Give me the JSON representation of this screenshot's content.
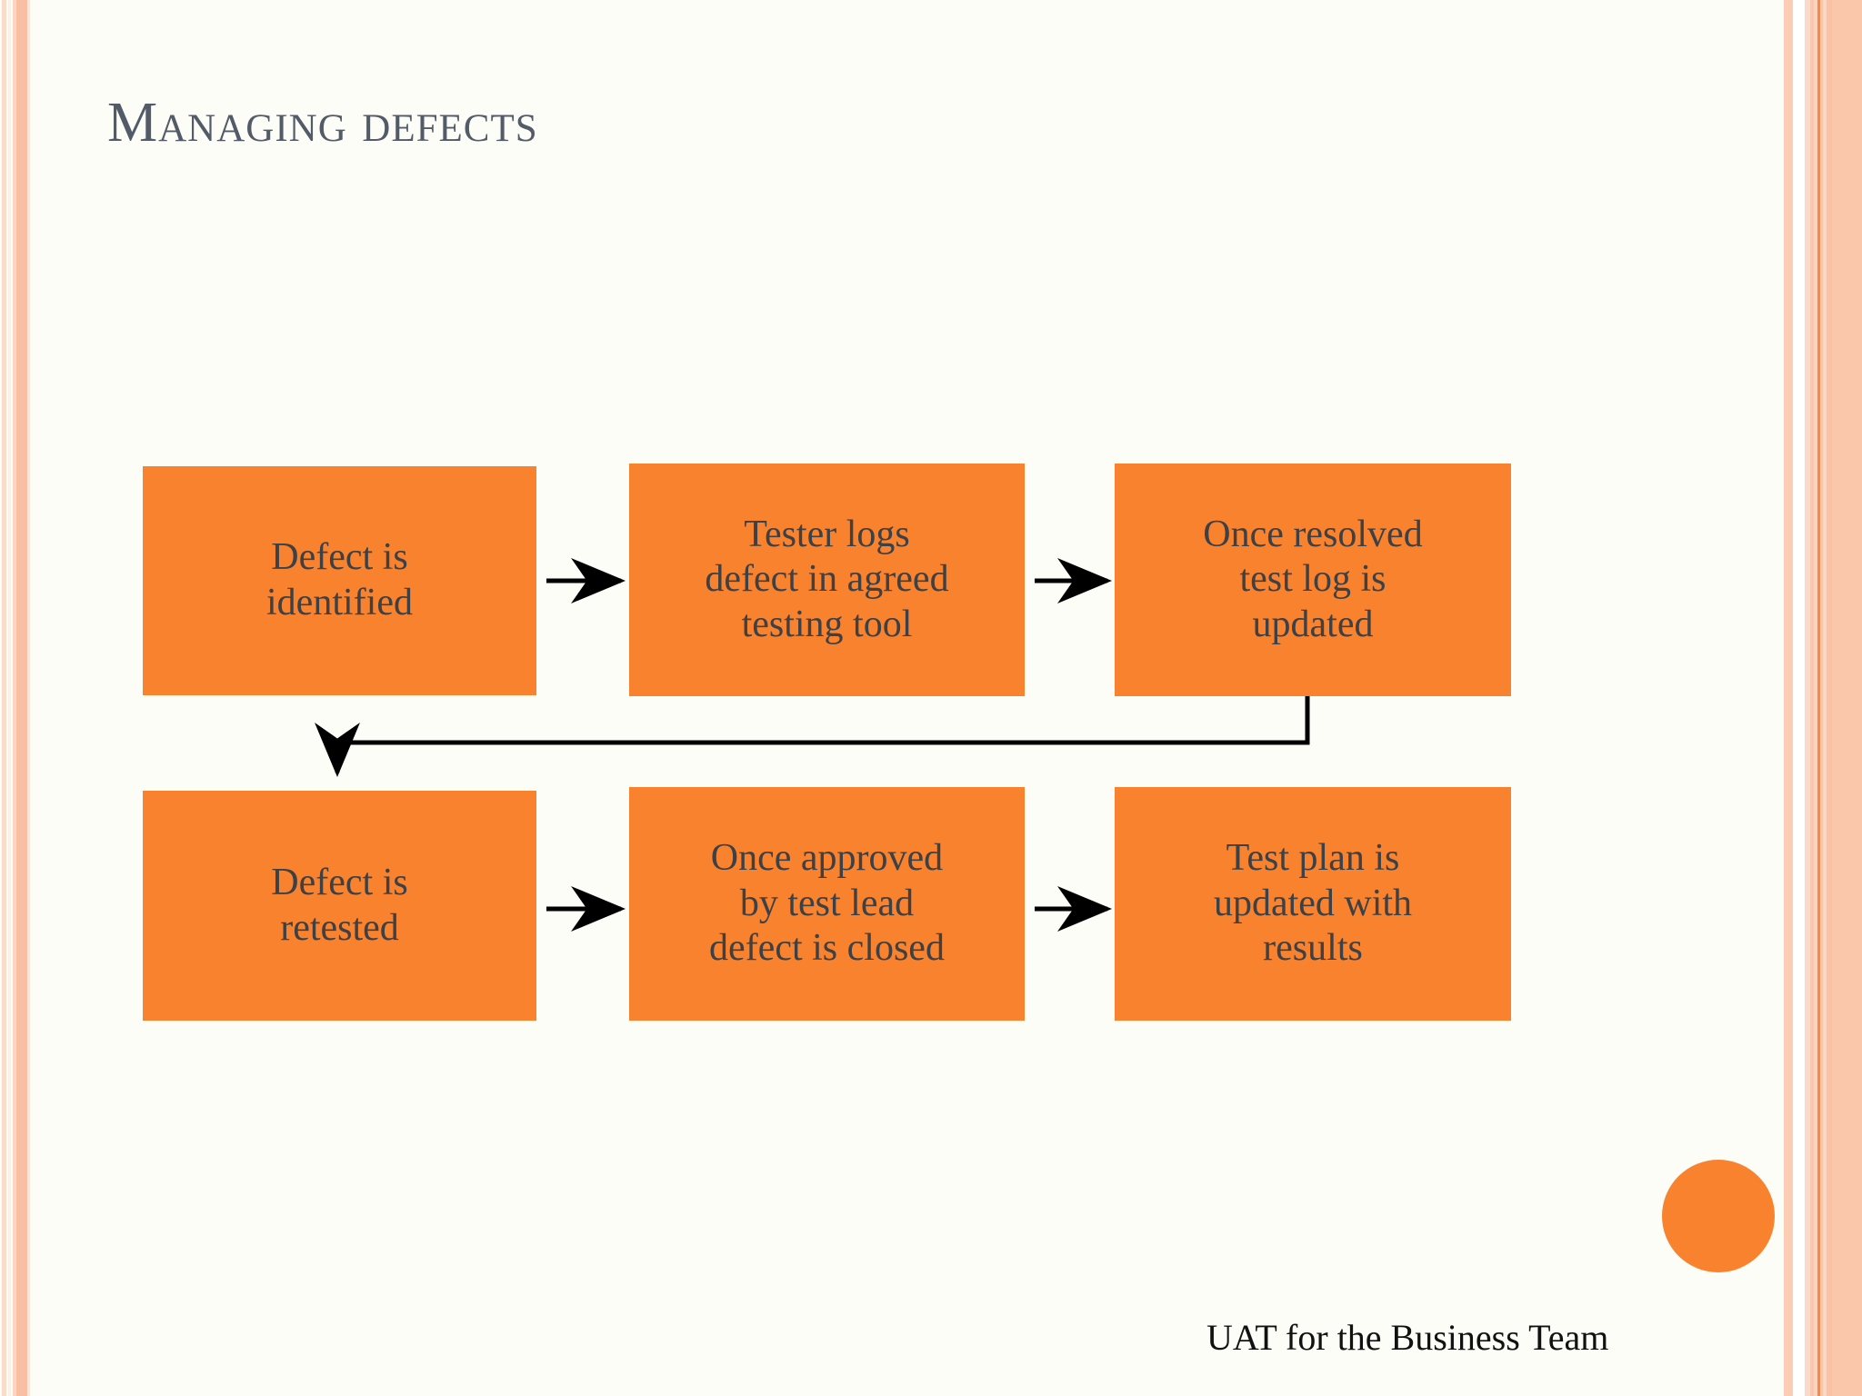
{
  "slide": {
    "title": "Managing defects",
    "footer": "UAT for the Business Team"
  },
  "theme": {
    "accent_orange": "#F9822E",
    "title_gray": "#545B68",
    "box_text_gray": "#3D4044",
    "background": "#FDFDF8",
    "border_peach": "#FAC7AB",
    "arrow_black": "#000000"
  },
  "flow": {
    "row1": [
      {
        "id": "defect-identified",
        "text_lines": [
          "Defect is",
          "identified"
        ]
      },
      {
        "id": "tester-logs-defect",
        "text_lines": [
          "Tester logs",
          "defect in agreed",
          "testing tool"
        ]
      },
      {
        "id": "test-log-updated",
        "text_lines": [
          "Once resolved",
          "test log is",
          "updated"
        ]
      }
    ],
    "row2": [
      {
        "id": "defect-retested",
        "text_lines": [
          "Defect is",
          "retested"
        ]
      },
      {
        "id": "defect-closed",
        "text_lines": [
          "Once approved",
          "by test lead",
          "defect is closed"
        ]
      },
      {
        "id": "test-plan-updated",
        "text_lines": [
          "Test plan is",
          "updated with",
          "results"
        ]
      }
    ],
    "arrows": [
      {
        "id": "arrow-box1-box2",
        "type": "horizontal-right"
      },
      {
        "id": "arrow-box2-box3",
        "type": "horizontal-right"
      },
      {
        "id": "arrow-box3-box4",
        "type": "elbow-down-left-down"
      },
      {
        "id": "arrow-box4-box5",
        "type": "horizontal-right"
      },
      {
        "id": "arrow-box5-box6",
        "type": "horizontal-right"
      }
    ]
  },
  "decoration": {
    "circle": "orange-circle"
  }
}
